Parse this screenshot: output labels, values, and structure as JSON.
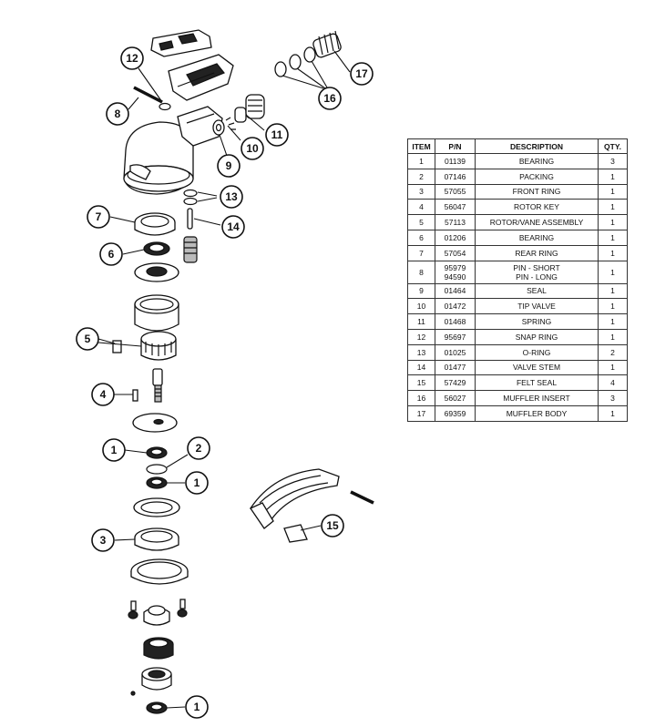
{
  "table": {
    "headers": [
      "ITEM",
      "P/N",
      "DESCRIPTION",
      "QTY."
    ],
    "rows": [
      {
        "item": "1",
        "pn": "01139",
        "desc": "BEARING",
        "qty": "3"
      },
      {
        "item": "2",
        "pn": "07146",
        "desc": "PACKING",
        "qty": "1"
      },
      {
        "item": "3",
        "pn": "57055",
        "desc": "FRONT RING",
        "qty": "1"
      },
      {
        "item": "4",
        "pn": "56047",
        "desc": "ROTOR KEY",
        "qty": "1"
      },
      {
        "item": "5",
        "pn": "57113",
        "desc": "ROTOR/VANE ASSEMBLY",
        "qty": "1"
      },
      {
        "item": "6",
        "pn": "01206",
        "desc": "BEARING",
        "qty": "1"
      },
      {
        "item": "7",
        "pn": "57054",
        "desc": "REAR RING",
        "qty": "1"
      },
      {
        "item": "8",
        "pn": "95979\n94590",
        "desc": "PIN - SHORT\nPIN - LONG",
        "qty": "1"
      },
      {
        "item": "9",
        "pn": "01464",
        "desc": "SEAL",
        "qty": "1"
      },
      {
        "item": "10",
        "pn": "01472",
        "desc": "TIP VALVE",
        "qty": "1"
      },
      {
        "item": "11",
        "pn": "01468",
        "desc": "SPRING",
        "qty": "1"
      },
      {
        "item": "12",
        "pn": "95697",
        "desc": "SNAP RING",
        "qty": "1"
      },
      {
        "item": "13",
        "pn": "01025",
        "desc": "O-RING",
        "qty": "2"
      },
      {
        "item": "14",
        "pn": "01477",
        "desc": "VALVE STEM",
        "qty": "1"
      },
      {
        "item": "15",
        "pn": "57429",
        "desc": "FELT SEAL",
        "qty": "4"
      },
      {
        "item": "16",
        "pn": "56027",
        "desc": "MUFFLER INSERT",
        "qty": "3"
      },
      {
        "item": "17",
        "pn": "69359",
        "desc": "MUFFLER BODY",
        "qty": "1"
      }
    ]
  },
  "callouts": {
    "c1a": "1",
    "c1b": "1",
    "c1c": "1",
    "c2": "2",
    "c3": "3",
    "c4": "4",
    "c5": "5",
    "c6": "6",
    "c7": "7",
    "c8": "8",
    "c9": "9",
    "c10": "10",
    "c11": "11",
    "c12": "12",
    "c13": "13",
    "c14": "14",
    "c15": "15",
    "c16": "16",
    "c17": "17"
  }
}
